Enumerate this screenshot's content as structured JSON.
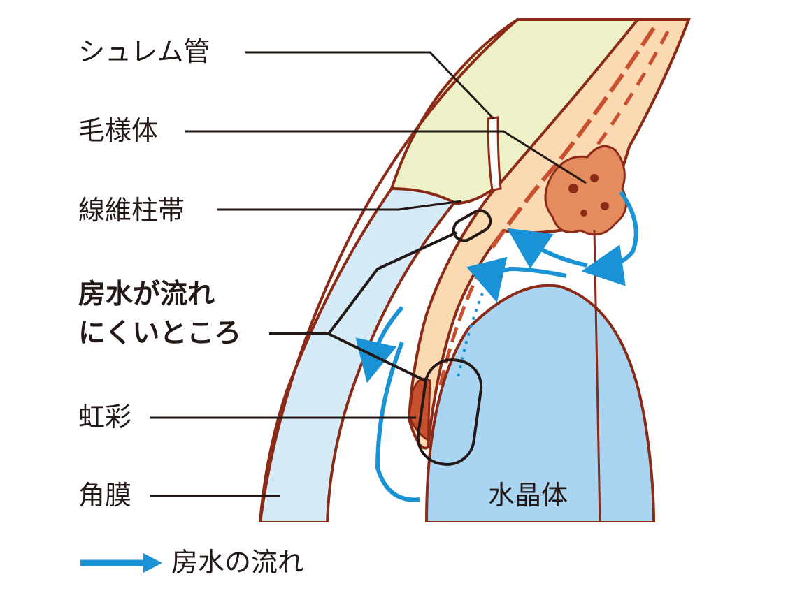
{
  "labels": {
    "schlemm_canal": "シュレム管",
    "ciliary_body": "毛様体",
    "trabecular_meshwork": "線維柱帯",
    "hard_to_flow_line1": "房水が流れ",
    "hard_to_flow_line2": "にくいところ",
    "iris": "虹彩",
    "cornea": "角膜",
    "lens": "水晶体"
  },
  "legend": {
    "aqueous_flow": "房水の流れ"
  },
  "colors": {
    "outline": "#8b2a17",
    "sclera": "#eef0c8",
    "cornea": "#d6ebf8",
    "tissue": "#fbd9b2",
    "pigment": "#c8502f",
    "lens": "#a9d5f2",
    "flow": "#1a93d6",
    "text": "#231815"
  }
}
